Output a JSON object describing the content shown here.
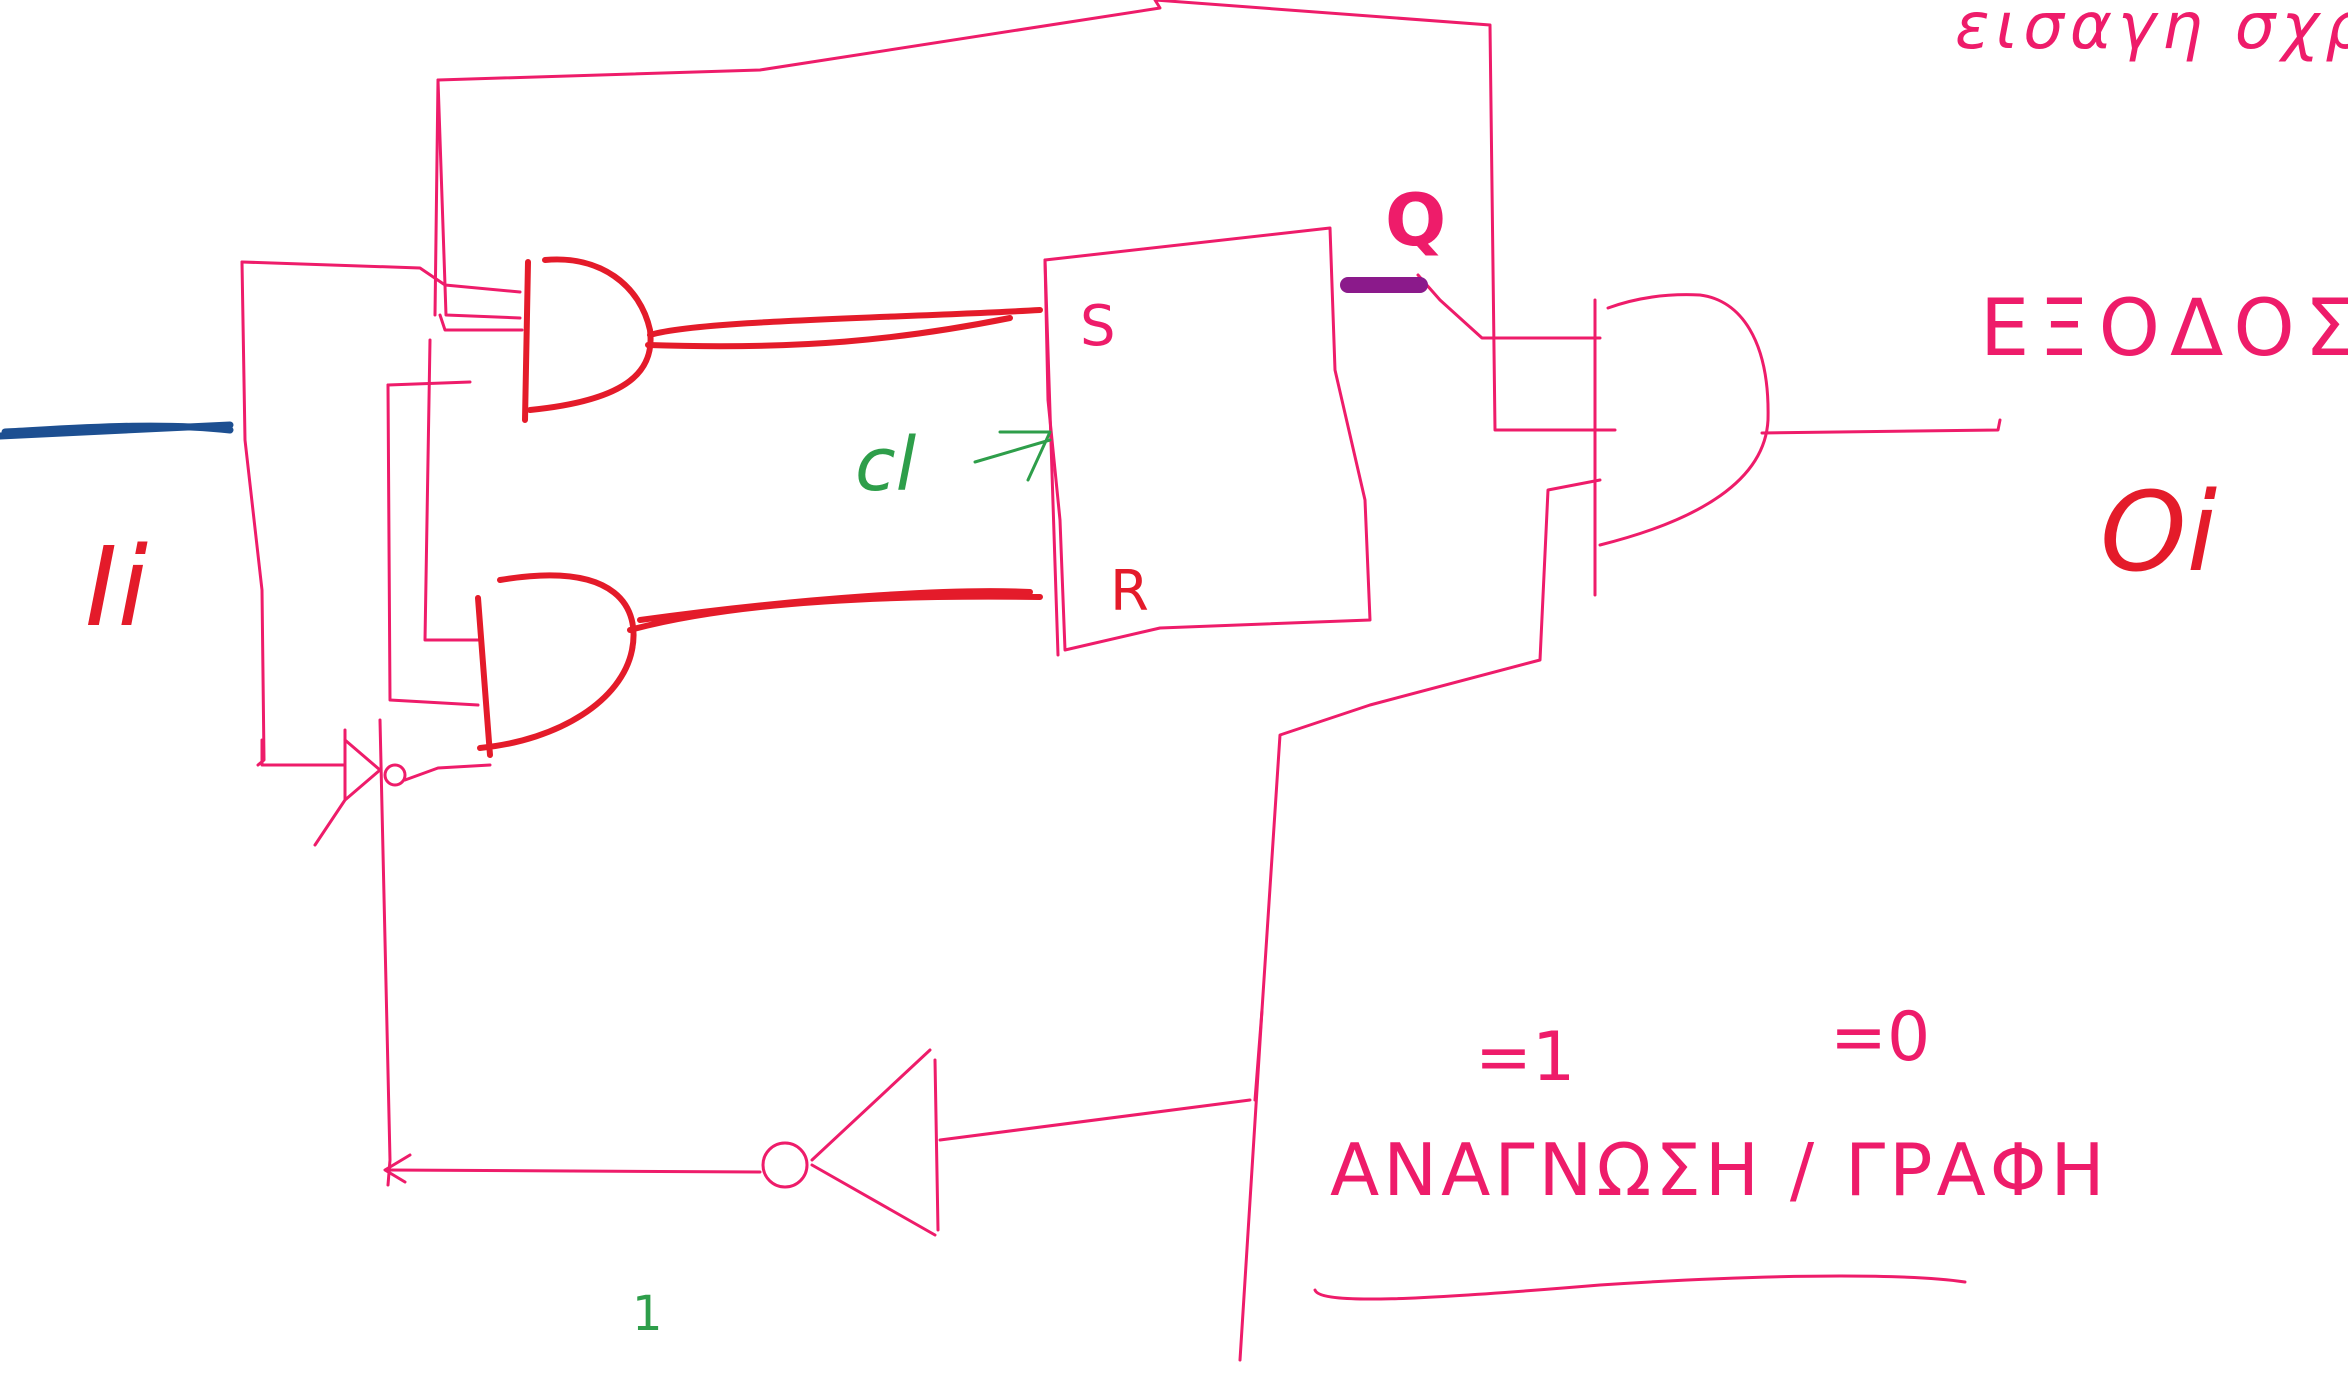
{
  "labels": {
    "input": "Ii",
    "output": "Oi",
    "output_word": "ΕΞΟΔΟΣ",
    "top_right_note": "εισαγη σχριά",
    "flipflop_s": "S",
    "flipflop_r": "R",
    "flipflop_q": "Q",
    "clock": "cl",
    "value_read": "=1",
    "value_write": "=0",
    "read_write": "ΑΝΑΓΝΩΣΗ / ΓΡΑΦΗ",
    "bottom_mark": "1"
  },
  "colors": {
    "wire": "#ee1c6a",
    "gate": "#e41b2a",
    "input_line": "#1d4f91",
    "clock": "#2e9e4a",
    "q_mark": "#8b1a8b",
    "background": "#ffffff"
  }
}
